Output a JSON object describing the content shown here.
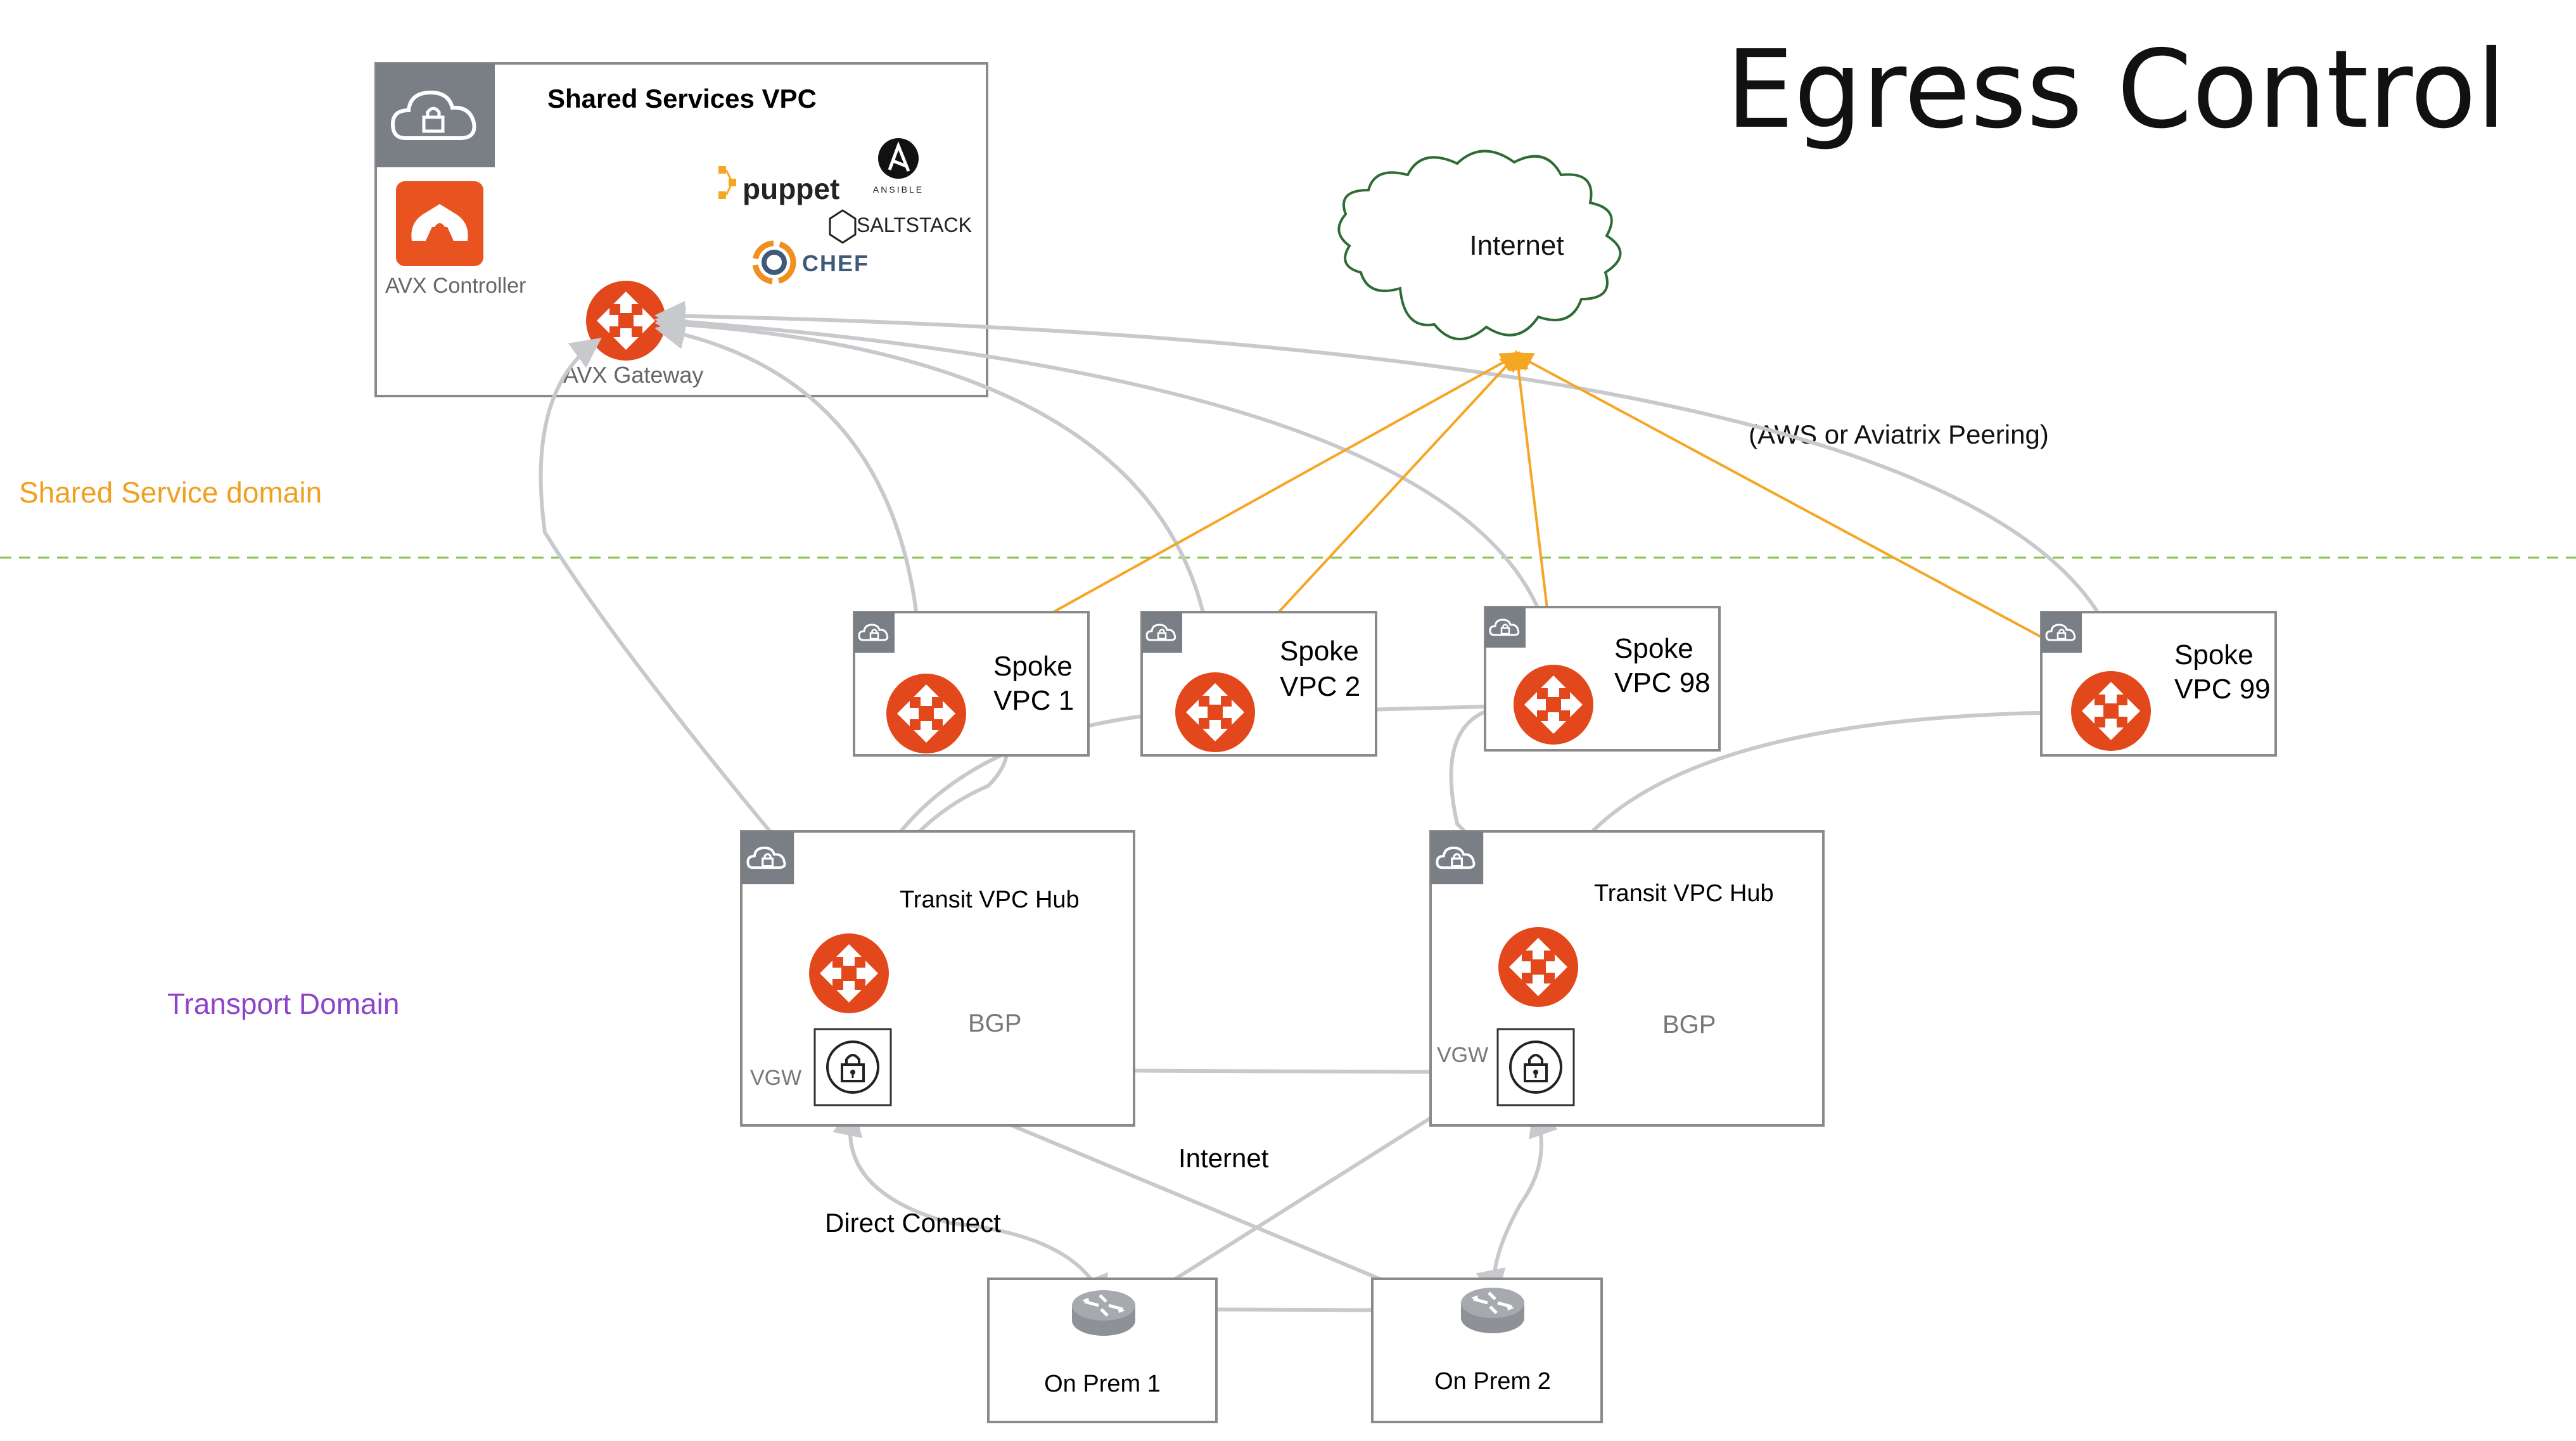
{
  "title": "Egress Control",
  "domains": {
    "shared": {
      "label": "Shared Service domain",
      "color": "#F0A020"
    },
    "transport": {
      "label": "Transport Domain",
      "color": "#8E44C8"
    }
  },
  "colors": {
    "router": "#E2481C",
    "aviatrix": "#E8531F",
    "box_border": "#8A8A8A",
    "tag_bg": "#7A7F86",
    "gray_link": "#C7C9CC",
    "internet_link": "#F5A623",
    "cloud_stroke": "#2E6B35",
    "divider": "#8BC34A"
  },
  "shared_vpc": {
    "title": "Shared Services VPC",
    "controller_label": "AVX Controller",
    "gateway_label": "AVX Gateway",
    "tools": {
      "puppet": "puppet",
      "ansible": "ANSIBLE",
      "saltstack": "SALTSTACK",
      "chef": "CHEF"
    }
  },
  "internet_cloud_label": "Internet",
  "peering_label": "(AWS or Aviatrix Peering)",
  "spokes": [
    {
      "line1": "Spoke",
      "line2": "VPC 1"
    },
    {
      "line1": "Spoke",
      "line2": "VPC 2"
    },
    {
      "line1": "Spoke",
      "line2": "VPC 98"
    },
    {
      "line1": "Spoke",
      "line2": "VPC 99"
    }
  ],
  "transits": [
    {
      "title": "Transit VPC Hub",
      "bgp": "BGP",
      "vgw": "VGW"
    },
    {
      "title": "Transit VPC Hub",
      "bgp": "BGP",
      "vgw": "VGW"
    }
  ],
  "link_labels": {
    "internet": "Internet",
    "direct_connect": "Direct Connect"
  },
  "onprem": [
    "On Prem 1",
    "On Prem 2"
  ],
  "icons": {
    "cloud_lock": "cloud-lock-icon",
    "router": "router-arrows-icon",
    "vgw": "vpn-gateway-lock-icon",
    "onprem_router": "onprem-router-icon",
    "controller": "aviatrix-controller-icon"
  }
}
